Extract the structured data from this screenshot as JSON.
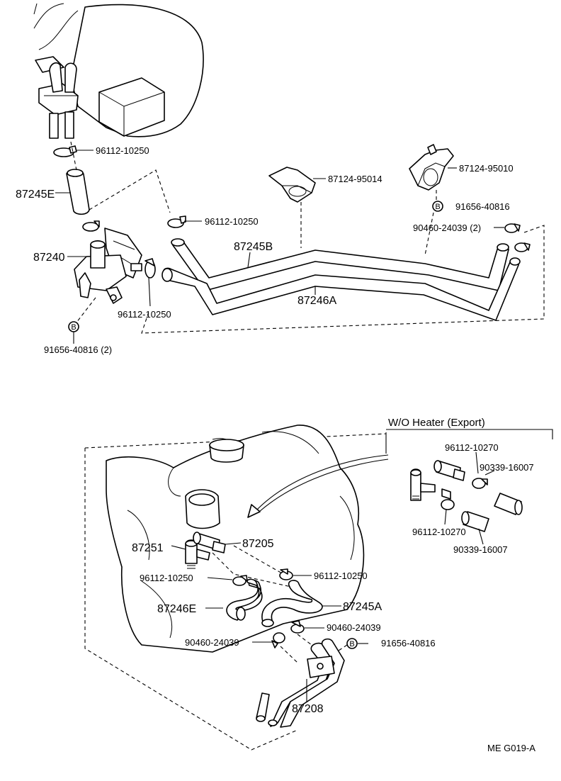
{
  "labels": {
    "p_96112_10250_a": "96112-10250",
    "p_87245E": "87245E",
    "p_96112_10250_b": "96112-10250",
    "p_87240": "87240",
    "p_96112_10250_c": "96112-10250",
    "p_91656_40816_2": "91656-40816 (2)",
    "p_87124_95014": "87124-95014",
    "p_87124_95010": "87124-95010",
    "p_91656_40816_a": "91656-40816",
    "p_90460_24039_2": "90460-24039 (2)",
    "p_87245B": "87245B",
    "p_87246A": "87246A",
    "p_wo_heater": "W/O Heater (Export)",
    "p_96112_10270_a": "96112-10270",
    "p_90339_16007_a": "90339-16007",
    "p_96112_10270_b": "96112-10270",
    "p_90339_16007_b": "90339-16007",
    "p_87251": "87251",
    "p_87205": "87205",
    "p_96112_10250_d": "96112-10250",
    "p_96112_10250_e": "96112-10250",
    "p_87246E": "87246E",
    "p_87245A": "87245A",
    "p_90460_24039_a": "90460-24039",
    "p_90460_24039_b": "90460-24039",
    "p_91656_40816_b": "91656-40816",
    "p_87208": "87208",
    "diagram_code": "ME  G019-A",
    "circle_b": "B"
  }
}
